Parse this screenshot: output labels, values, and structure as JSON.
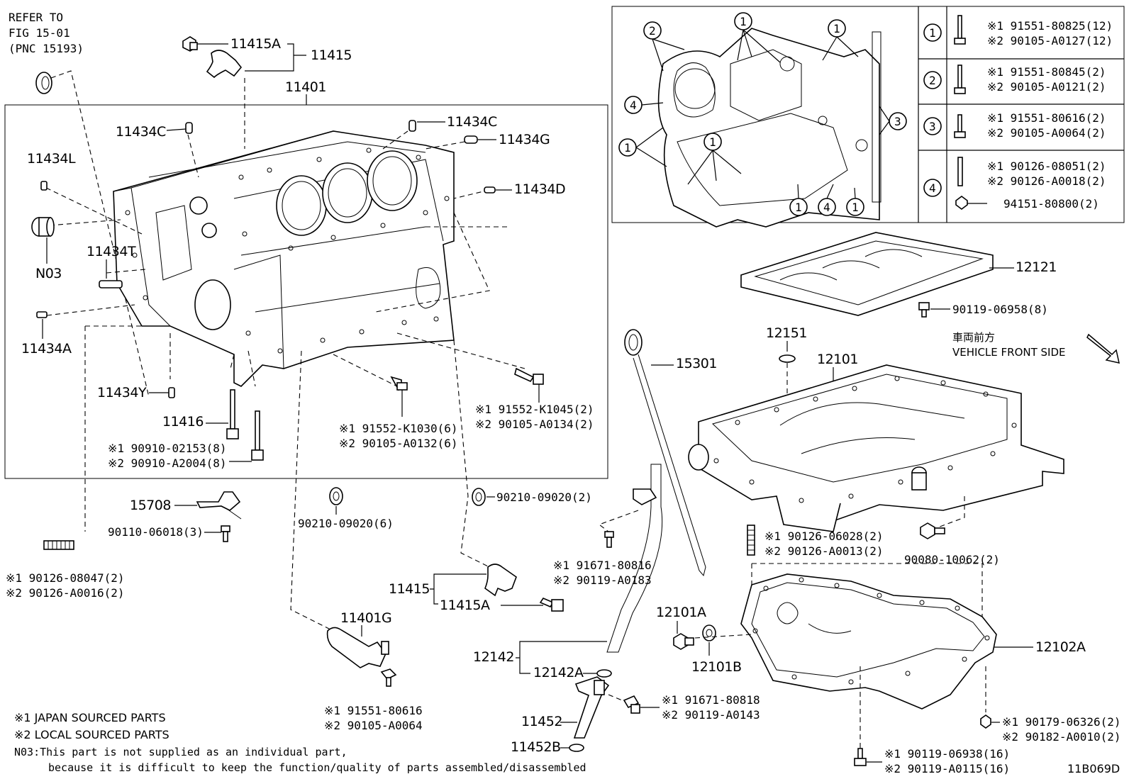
{
  "refer": {
    "l1": "REFER TO",
    "l2": "FIG 15-01",
    "l3": "(PNC 15193)"
  },
  "labels": {
    "p11415A_top": "11415A",
    "p11415_top": "11415",
    "p11401": "11401",
    "p11434C_l": "11434C",
    "p11434C_r": "11434C",
    "p11434G": "11434G",
    "p11434L": "11434L",
    "p11434D": "11434D",
    "pN03": "N03",
    "p11434T": "11434T",
    "p11434A": "11434A",
    "p11434Y": "11434Y",
    "p11416": "11416",
    "p15708": "15708",
    "p11401G": "11401G",
    "p11415_bot": "11415",
    "p11415A_bot": "11415A",
    "p15301": "15301",
    "p12142": "12142",
    "p12142A": "12142A",
    "p11452": "11452",
    "p11452B": "11452B",
    "p12151": "12151",
    "p12101": "12101",
    "p12121": "12121",
    "p12101A": "12101A",
    "p12101B": "12101B",
    "p12102A": "12102A"
  },
  "parts": {
    "b90910a": "※1 90910-02153(8)",
    "b90910b": "※2 90910-A2004(8)",
    "b91552k1030": "※1 91552-K1030(6)",
    "b90105a0132": "※2 90105-A0132(6)",
    "b91552k1045": "※1 91552-K1045(2)",
    "b90105a0134": "※2 90105-A0134(2)",
    "w90210_6": "90210-09020(6)",
    "w90210_2": "90210-09020(2)",
    "b90110": "90110-06018(3)",
    "s90126_08047": "※1 90126-08047(2)",
    "s90126_a0016": "※2 90126-A0016(2)",
    "b91671_80816": "※1 91671-80816",
    "b90119_a0183": "※2 90119-A0183",
    "b91551_80616": "※1 91551-80616",
    "b90105_a0064": "※2 90105-A0064",
    "b91671_80818": "※1 91671-80818",
    "b90119_a0143": "※2 90119-A0143",
    "b90119_06958": "90119-06958(8)",
    "s90126_06028": "※1 90126-06028(2)",
    "s90126_a0013": "※2 90126-A0013(2)",
    "p90080": "90080-10062(2)",
    "n90179": "※1 90179-06326(2)",
    "n90182": "※2 90182-A0010(2)",
    "b90119_06938": "※1 90119-06938(16)",
    "b90119_a0115": "※2 90119-A0115(16)"
  },
  "table": {
    "r1": {
      "num": "1",
      "a": "※1 91551-80825(12)",
      "b": "※2 90105-A0127(12)"
    },
    "r2": {
      "num": "2",
      "a": "※1 91551-80845(2)",
      "b": "※2 90105-A0121(2)"
    },
    "r3": {
      "num": "3",
      "a": "※1 91551-80616(2)",
      "b": "※2 90105-A0064(2)"
    },
    "r4": {
      "num": "4",
      "a": "※1 90126-08051(2)",
      "b": "※2 90126-A0018(2)",
      "c": "94151-80800(2)"
    }
  },
  "inset_marks": {
    "m1": "1",
    "m2": "2",
    "m3": "3",
    "m4": "4"
  },
  "front": {
    "jp": "車両前方",
    "en": "VEHICLE FRONT SIDE"
  },
  "legend": {
    "j1": "※1 JAPAN SOURCED PARTS",
    "j2": "※2 LOCAL SOURCED PARTS",
    "n03a": "N03:This part is not supplied as an individual part,",
    "n03b": "because it is difficult to keep the function/quality of parts assembled/disassembled"
  },
  "code": "11B069D"
}
